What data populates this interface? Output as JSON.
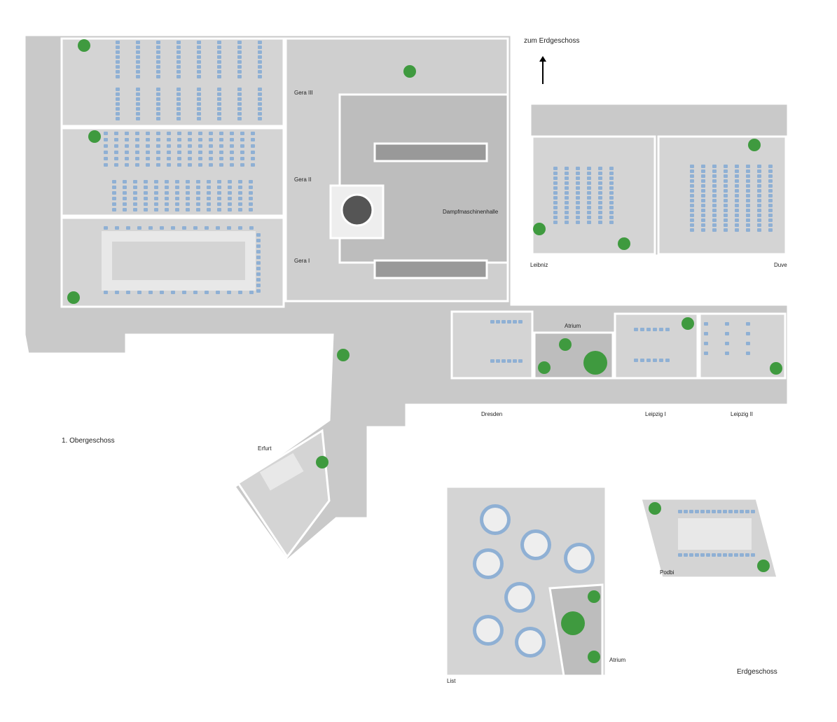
{
  "navigation": {
    "to_ground_floor": "zum Erdgeschoss"
  },
  "floors": {
    "upper": "1. Obergeschoss",
    "ground": "Erdgeschoss"
  },
  "rooms": {
    "gera3": "Gera III",
    "gera2": "Gera II",
    "gera1": "Gera I",
    "steam_hall": "Dampfmaschinenhalle",
    "leibniz": "Leibniz",
    "duve": "Duve",
    "atrium_upper": "Atrium",
    "dresden": "Dresden",
    "leipzig1": "Leipzig I",
    "leipzig2": "Leipzig II",
    "erfurt": "Erfurt",
    "list": "List",
    "atrium_ground": "Atrium",
    "podbi": "Podbi"
  },
  "colors": {
    "floor": "#c9c9c9",
    "room": "#d4d4d4",
    "chair": "#8fb0d4",
    "plant": "#3f9a3f",
    "window": "#6e9cc8"
  }
}
